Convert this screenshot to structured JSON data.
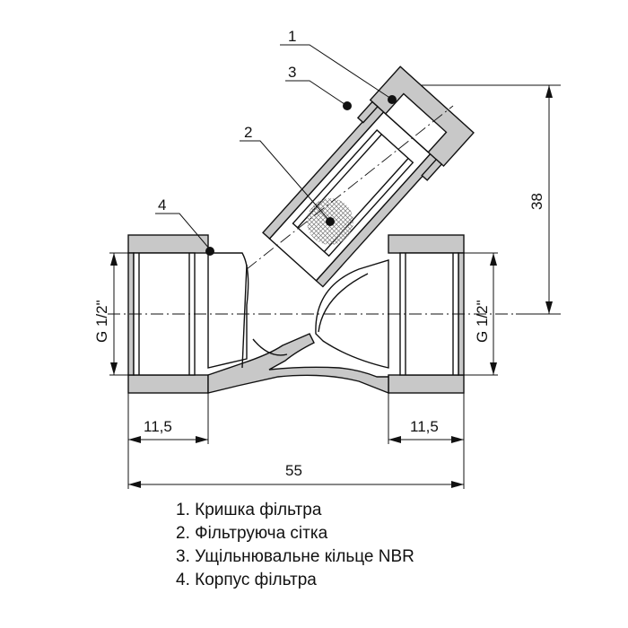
{
  "callouts": [
    "1",
    "2",
    "3",
    "4"
  ],
  "dimensions": {
    "overall_length": "55",
    "end_length_left": "11,5",
    "end_length_right": "11,5",
    "height": "38",
    "thread_left": "G 1/2\"",
    "thread_right": "G 1/2\""
  },
  "legend": [
    "1. Кришка фільтра",
    "2. Фільтруюча сітка",
    "3. Ущільнювальне кільце NBR",
    "4. Корпус фільтра"
  ],
  "colors": {
    "section_fill": "#c8c8c8",
    "mesh": "#888888",
    "line": "#111111"
  }
}
